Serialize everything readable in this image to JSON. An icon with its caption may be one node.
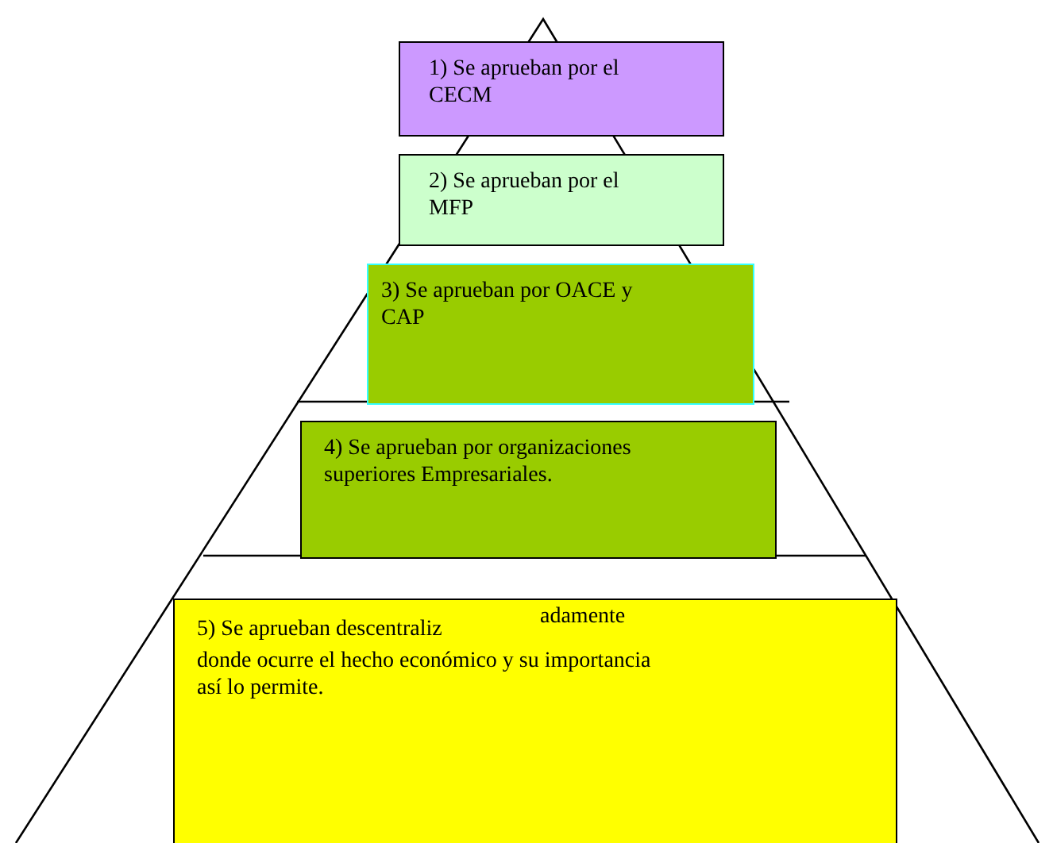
{
  "diagram": {
    "nodes": [
      {
        "text": [
          "1) Se aprueban por el CECM"
        ]
      },
      {
        "text": [
          "2) Se aprueban por el MFP"
        ]
      },
      {
        "text": [
          "3) Se aprueban por OACE y CAP"
        ]
      },
      {
        "text": [
          "4) Se aprueban por organizaciones superiores Empresariales."
        ]
      },
      {
        "text": [
          "5) Se aprueban descentraliz",
          "adamente",
          "donde ocurre el hecho económico y su importancia así lo permite."
        ]
      }
    ]
  }
}
